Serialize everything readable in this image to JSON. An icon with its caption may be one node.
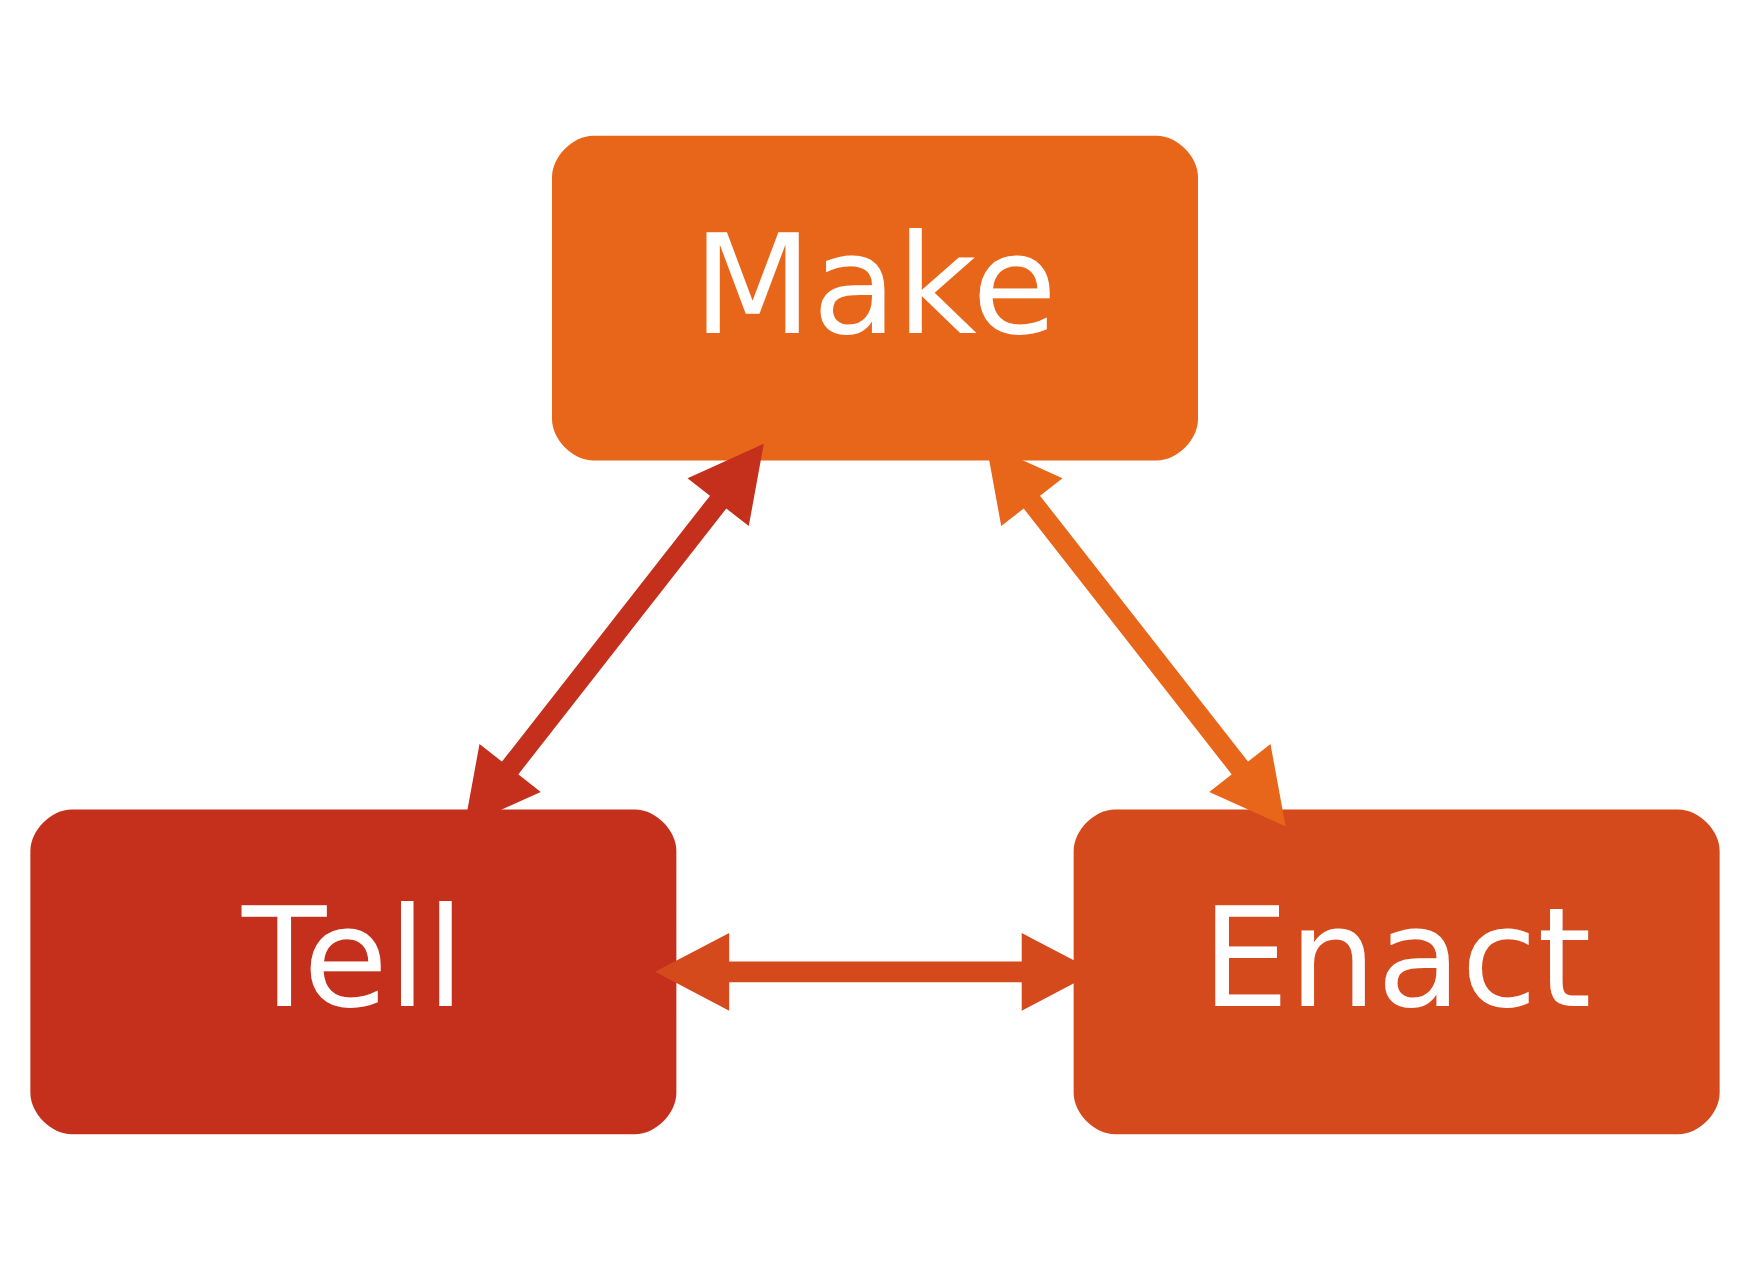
{
  "diagram": {
    "nodes": [
      {
        "text": [
          "Make"
        ]
      },
      {
        "text": [
          "Tell"
        ]
      },
      {
        "text": [
          "Enact"
        ]
      }
    ],
    "edges": [
      {
        "from": 1,
        "to": 0,
        "arrow": "both",
        "color": "#c4301c"
      },
      {
        "from": 0,
        "to": 2,
        "arrow": "both",
        "color": "#e8661a"
      },
      {
        "from": 1,
        "to": 2,
        "arrow": "both",
        "color": "#d44a1c"
      }
    ]
  }
}
